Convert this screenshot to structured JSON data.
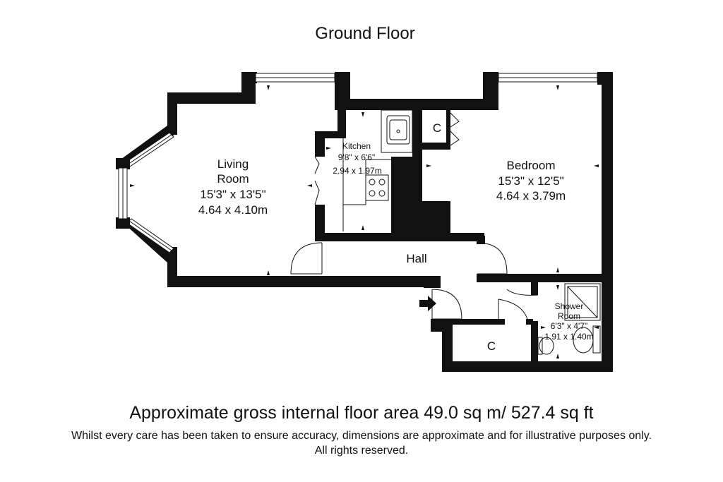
{
  "title": "Ground Floor",
  "rooms": {
    "living": {
      "name_line1": "Living",
      "name_line2": "Room",
      "imperial": "15'3\" x 13'5\"",
      "metric": "4.64 x 4.10m"
    },
    "kitchen": {
      "name": "Kitchen",
      "imperial": "9'8\" x 6'6\"",
      "metric": "2.94 x 1.97m"
    },
    "bedroom": {
      "name": "Bedroom",
      "imperial": "15'3\" x 12'5\"",
      "metric": "4.64 x 3.79m"
    },
    "hall": {
      "name": "Hall"
    },
    "shower": {
      "name_line1": "Shower",
      "name_line2": "Room",
      "imperial": "6'3\" x 4'7\"",
      "metric": "1.91 x 1.40m"
    },
    "cupboard_top": {
      "name": "C"
    },
    "cupboard_bottom": {
      "name": "C"
    }
  },
  "area_text": "Approximate gross internal floor area 49.0 sq m/ 527.4 sq ft",
  "disclaimer": {
    "line1": "Whilst every care has been taken to ensure accuracy, dimensions are approximate and for illustrative purposes only.",
    "line2": "All rights reserved."
  },
  "colors": {
    "wall": "#111111",
    "background": "#ffffff"
  },
  "icons": [
    "sink-icon",
    "hob-icon",
    "shower-tray-icon",
    "washbasin-icon",
    "toilet-icon",
    "entrance-arrow-icon"
  ]
}
